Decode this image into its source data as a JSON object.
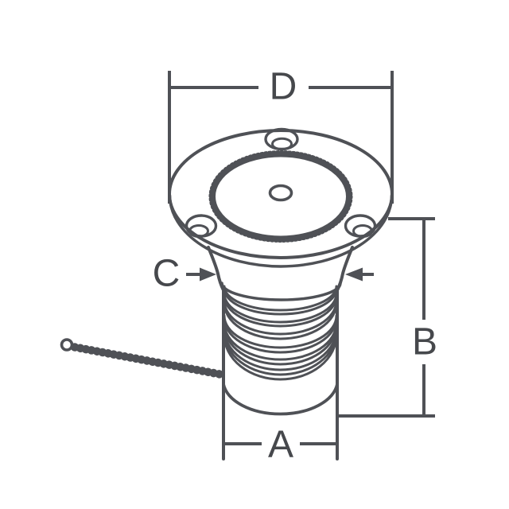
{
  "diagram": {
    "background_color": "#ffffff",
    "line_color": "#4f5156",
    "label_color": "#46484c",
    "labels": {
      "top_diameter": "D",
      "height": "B",
      "neck": "C",
      "base_diameter": "A"
    }
  }
}
